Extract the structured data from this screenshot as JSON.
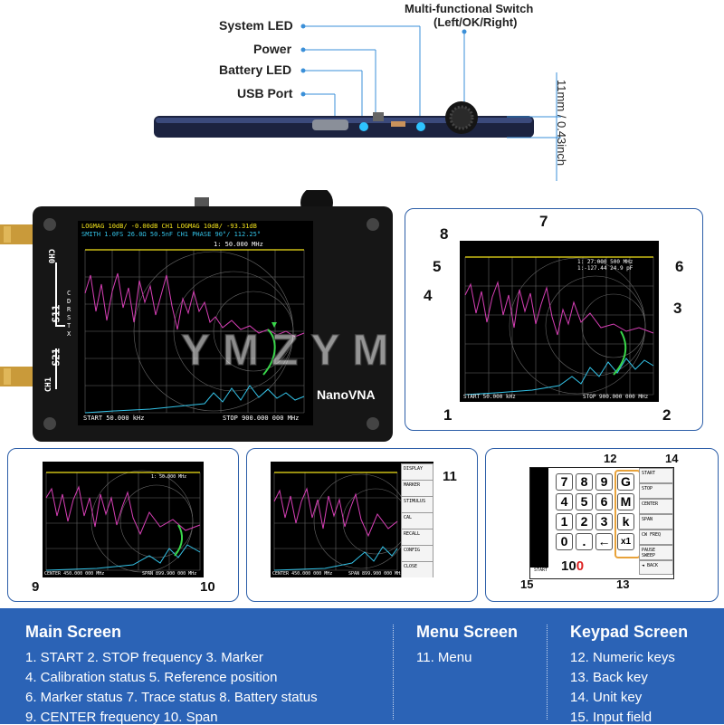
{
  "side_view": {
    "labels": [
      "System LED",
      "Power",
      "Battery LED",
      "USB Port"
    ],
    "switch_title": "Multi-functional Switch",
    "switch_sub": "(Left/OK/Right)",
    "thickness": "11mm / 0.43inch"
  },
  "device": {
    "ch0": "CH0",
    "s11": "S11",
    "s21": "S21",
    "ch1": "CH1",
    "brand": "NanoVNA",
    "cal_letters": [
      "C",
      "D",
      "R",
      "S",
      "T",
      "X"
    ],
    "header_line1": "LOGMAG 10dB/ -0.00dB   CH1 LOGMAG 10dB/ -93.31dB",
    "header_line2": "SMITH 1.0FS 26.0Ω 50.5nF   CH1 PHASE 90°/ 112.25°",
    "marker_line": "1: 50.000 MHz",
    "start": "START 50.000 kHz",
    "stop": "STOP 900.000 000 MHz"
  },
  "watermark": "YMZYM",
  "main_panel": {
    "callouts": [
      "1",
      "2",
      "3",
      "4",
      "5",
      "6",
      "7",
      "8"
    ],
    "start": "START 50.000 kHz",
    "stop": "STOP 900.000 000 MHz",
    "marker_lines": [
      "1: 27.000 500 MHz",
      "1:-127.44 24.9 pF"
    ]
  },
  "panel_a": {
    "callouts": [
      "9",
      "10"
    ],
    "center": "CENTER 450.000 000 MHz",
    "span": "SPAN 899.900 000 MHz",
    "marker": "1: 50.000 MHz"
  },
  "panel_b": {
    "callout": "11",
    "center": "CENTER 450.000 000 MHz",
    "span": "SPAN 899.900 000 MHz",
    "menu": [
      "DISPLAY",
      "MARKER",
      "STIMULUS",
      "CAL",
      "RECALL",
      "CONFIG",
      "CLOSE"
    ]
  },
  "panel_c": {
    "callouts": [
      "12",
      "14",
      "13",
      "15"
    ],
    "keys": [
      [
        "7",
        "8",
        "9"
      ],
      [
        "4",
        "5",
        "6"
      ],
      [
        "1",
        "2",
        "3"
      ],
      [
        "0",
        ".",
        "←"
      ]
    ],
    "units": [
      "G",
      "M",
      "k",
      "x1"
    ],
    "menu": [
      "START",
      "STOP",
      "CENTER",
      "SPAN",
      "CW FREQ",
      "PAUSE SWEEP",
      "◄ BACK"
    ],
    "field_label": "START",
    "input_value_a": "10",
    "input_value_b": "0"
  },
  "legend": {
    "main_title": "Main Screen",
    "main_items": [
      "1. START   2. STOP frequency  3. Marker",
      "4. Calibration status  5. Reference position",
      "6. Marker status  7. Trace status  8. Battery status",
      "9. CENTER frequency  10. Span"
    ],
    "menu_title": "Menu Screen",
    "menu_items": [
      "11. Menu"
    ],
    "keypad_title": "Keypad Screen",
    "keypad_items": [
      "12. Numeric keys",
      "13. Back key",
      "14. Unit key",
      "15. Input field"
    ]
  },
  "colors": {
    "panel_border": "#2c5ea8",
    "bottom_bar": "#2b63b6",
    "trace_yellow": "#f2e21b",
    "trace_cyan": "#33c3e8",
    "trace_magenta": "#d63fb5",
    "trace_green": "#39d64a",
    "led_blue": "#2ec3ff"
  }
}
